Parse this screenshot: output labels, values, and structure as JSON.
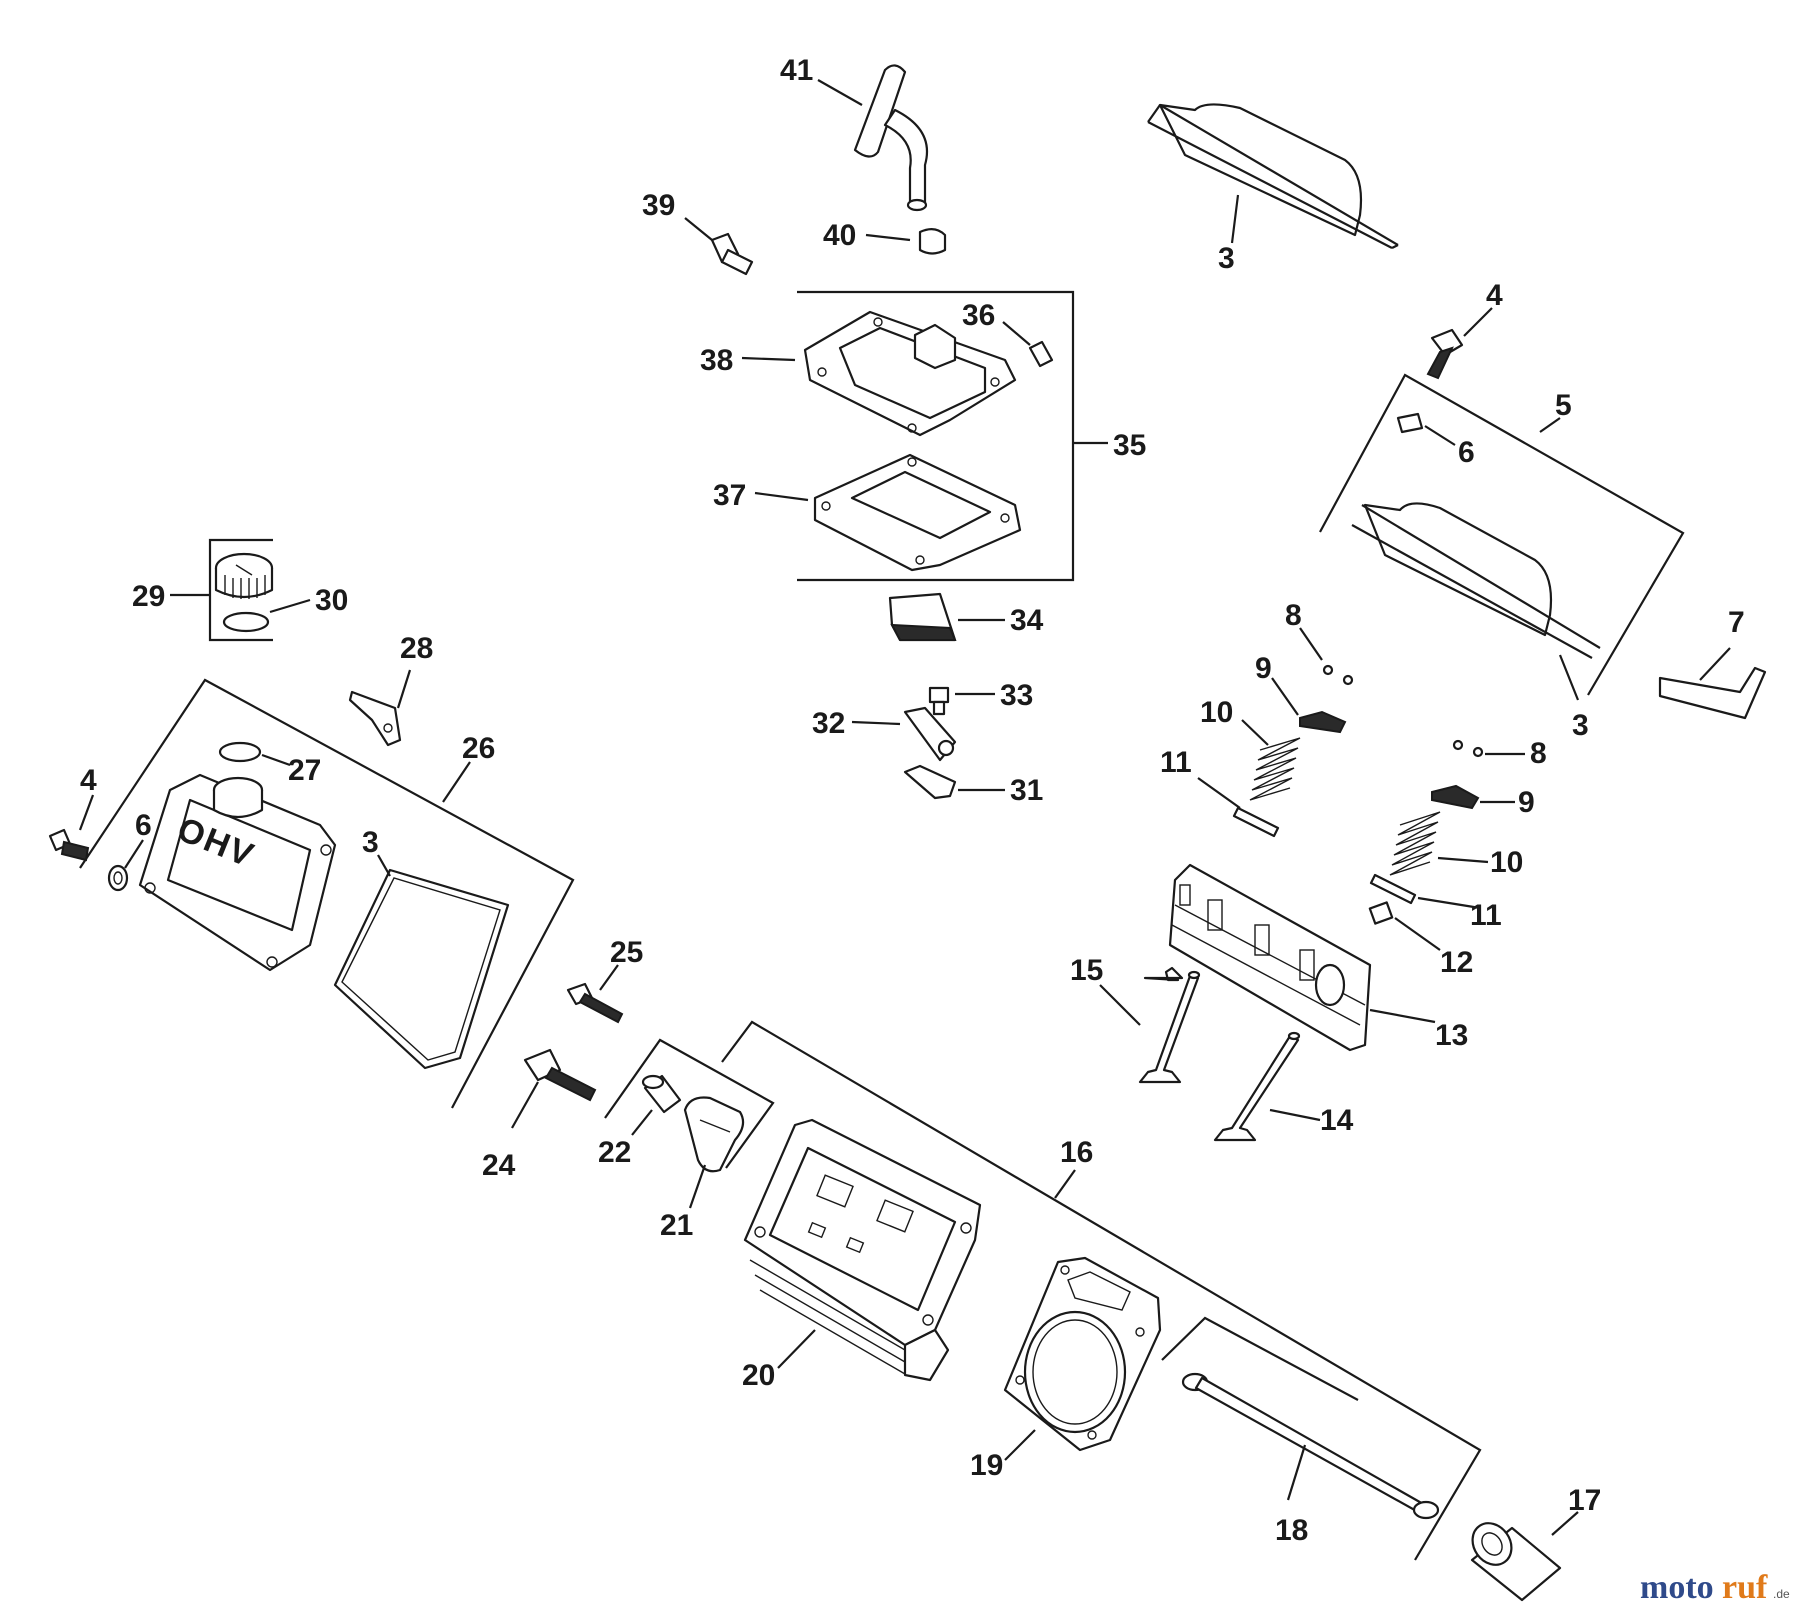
{
  "labels": {
    "l41": "41",
    "l40": "40",
    "l39": "39",
    "l3a": "3",
    "l36": "36",
    "l38": "38",
    "l35": "35",
    "l37": "37",
    "l34": "34",
    "l33": "33",
    "l32": "32",
    "l31": "31",
    "l4a": "4",
    "l5": "5",
    "l6a": "6",
    "l7": "7",
    "l3b": "3",
    "l8a": "8",
    "l9a": "9",
    "l10a": "10",
    "l11a": "11",
    "l8b": "8",
    "l9b": "9",
    "l10b": "10",
    "l11b": "11",
    "l12": "12",
    "l13": "13",
    "l15": "15",
    "l14": "14",
    "l29": "29",
    "l30": "30",
    "l28": "28",
    "l26": "26",
    "l27": "27",
    "l4b": "4",
    "l6b": "6",
    "l3c": "3",
    "l25": "25",
    "l24": "24",
    "l22": "22",
    "l21": "21",
    "l16": "16",
    "l20": "20",
    "l19": "19",
    "l18": "18",
    "l17": "17"
  },
  "part_text": {
    "valve_cover_emboss": "OHV"
  },
  "watermark": {
    "text_a": "moto",
    "text_b": "ruf",
    "suffix": ".de"
  },
  "colors": {
    "ink": "#1a1a1a",
    "watermark_a": "#2f4a8a",
    "watermark_b": "#e07a1a"
  }
}
